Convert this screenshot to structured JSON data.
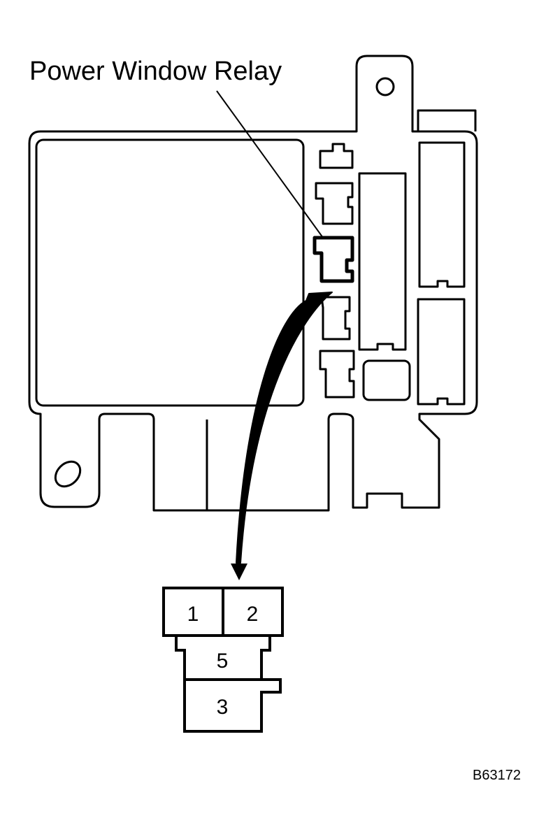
{
  "callout": {
    "label": "Power Window Relay"
  },
  "connector": {
    "pins": {
      "pin_1": "1",
      "pin_2": "2",
      "pin_5": "5",
      "pin_3": "3"
    }
  },
  "figure_code": "B63172",
  "colors": {
    "line": "#000000",
    "background": "#ffffff"
  }
}
